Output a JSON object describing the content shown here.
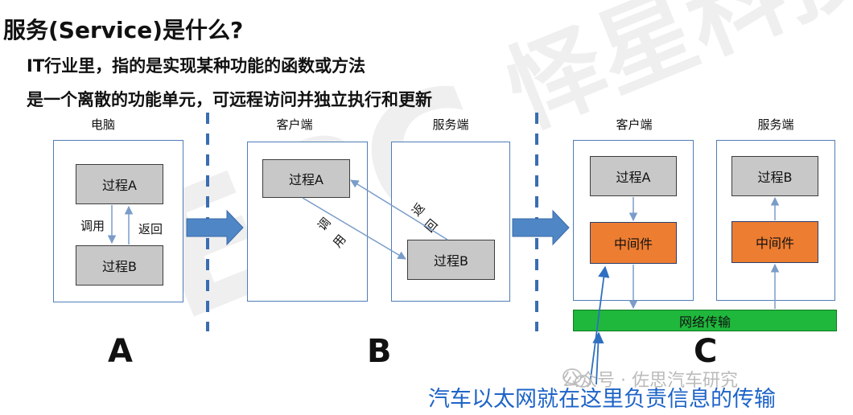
{
  "header": {
    "title": "服务(Service)是什么?",
    "line1": "IT行业里，指的是实现某种功能的函数或方法",
    "line2": "是一个离散的功能单元，可远程访问并独立执行和更新"
  },
  "watermark": {
    "text": "EPC",
    "text2": "怿星科技"
  },
  "panel_a": {
    "label": "电脑",
    "proc_top": "过程A",
    "proc_bottom": "过程B",
    "call": "调用",
    "ret": "返回",
    "letter": "A"
  },
  "panel_b": {
    "client_label": "客户端",
    "server_label": "服务端",
    "client_proc": "过程A",
    "server_proc": "过程B",
    "call_c1": "调",
    "call_c2": "用",
    "ret_c1": "返",
    "ret_c2": "回",
    "letter": "B"
  },
  "panel_c": {
    "client_label": "客户端",
    "server_label": "服务端",
    "client_proc": "过程A",
    "server_proc": "过程B",
    "client_mid": "中间件",
    "server_mid": "中间件",
    "network": "网络传输",
    "letter": "C"
  },
  "footer": {
    "brand": "公众号 · 佐思汽车研究",
    "note": "汽车以太网就在这里负责信息的传输"
  },
  "colors": {
    "frame": "#4f7db8",
    "process": "#c8c8c8",
    "middleware": "#ed7d31",
    "network": "#1fb83c",
    "note": "#1e64c8"
  }
}
